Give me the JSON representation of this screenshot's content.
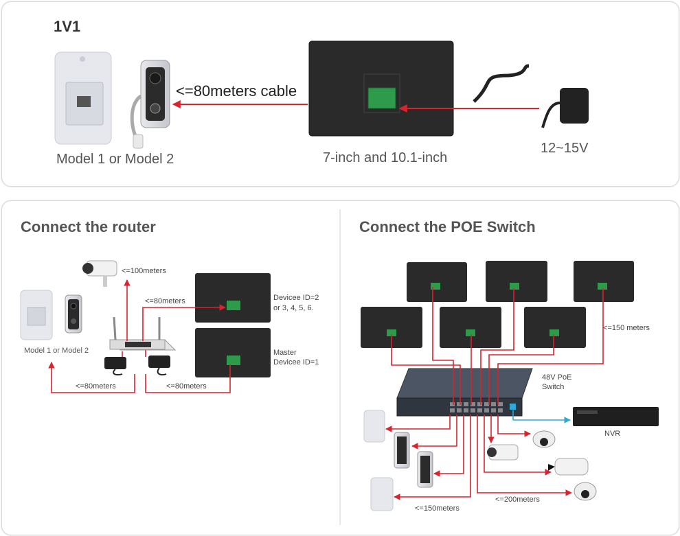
{
  "top": {
    "title": "1V1",
    "cable_label": "<=80meters cable",
    "outdoor_label": "Model 1 or Model 2",
    "monitor_label": "7-inch and 10.1-inch",
    "power_label": "12~15V"
  },
  "router": {
    "title": "Connect the router",
    "camera_distance": "<=100meters",
    "monitor_distance": "<=80meters",
    "device_id_2": "Devicee ID=2",
    "device_id_others": "or 3, 4, 5, 6.",
    "master": "Master",
    "master_id": "Devicee ID=1",
    "outdoor_label": "Model 1 or Model 2",
    "left_distance": "<=80meters",
    "right_distance": "<=80meters"
  },
  "poe": {
    "title": "Connect the POE Switch",
    "switch_label_1": "48V PoE",
    "switch_label_2": "Switch",
    "monitor_distance": "<=150 meters",
    "nvr_label": "NVR",
    "camera_distance": "<=200meters",
    "outdoor_distance": "<=150meters"
  },
  "colors": {
    "wire": "#d9232d",
    "nvr_wire": "#2fa8d6",
    "device_dark": "#2a2a2a",
    "panel_border": "#d9d9d9"
  }
}
